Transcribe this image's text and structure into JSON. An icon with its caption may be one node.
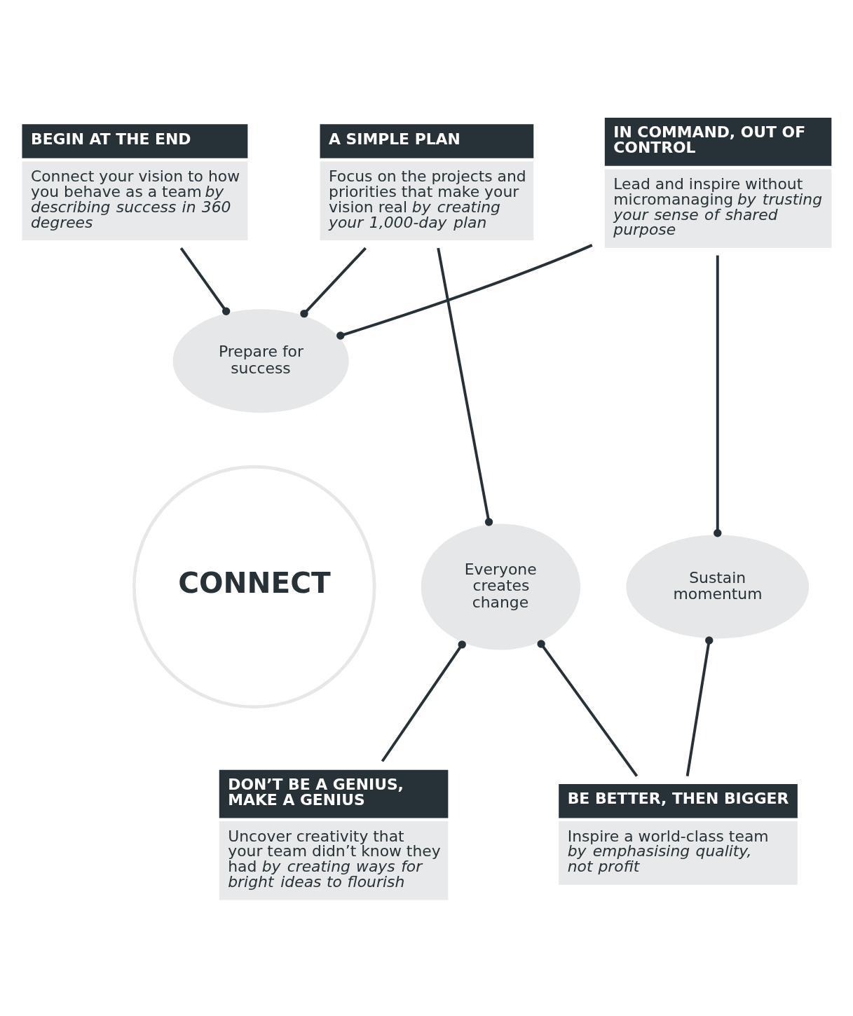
{
  "diagram": {
    "nodes": [
      {
        "text": [
          "BEGIN AT THE END",
          "Connect your vision to how you behave as a team *by describing success in 360 degrees*"
        ]
      },
      {
        "text": [
          "A SIMPLE PLAN",
          "Focus on the projects and priorities that make your vision real *by creating your 1,000-day plan*"
        ]
      },
      {
        "text": [
          "IN COMMAND, OUT OF CONTROL",
          "Lead and inspire without micromanaging *by trusting your sense of shared purpose*"
        ]
      },
      {
        "text": [
          "Prepare for success"
        ]
      },
      {
        "text": [
          "CONNECT"
        ]
      },
      {
        "text": [
          "Everyone creates change"
        ]
      },
      {
        "text": [
          "Sustain momentum"
        ]
      },
      {
        "text": [
          "DON’T BE A GENIUS, MAKE A GENIUS",
          "Uncover creativity that your team didn’t know they had *by creating ways for bright ideas to flourish*"
        ]
      },
      {
        "text": [
          "BE BETTER, THEN BIGGER",
          "Inspire a world-class team *by emphasising quality, not profit*"
        ]
      }
    ],
    "edges": [
      {
        "from": 1,
        "to": 3,
        "arrow": "other"
      },
      {
        "from": 0,
        "to": 3,
        "arrow": "other"
      },
      {
        "from": 2,
        "to": 3,
        "arrow": "other"
      },
      {
        "from": 1,
        "to": 5,
        "arrow": "other"
      },
      {
        "from": 2,
        "to": 6,
        "arrow": "other"
      },
      {
        "from": 7,
        "to": 5,
        "arrow": "other"
      },
      {
        "from": 8,
        "to": 6,
        "arrow": "other"
      },
      {
        "from": 8,
        "to": 5,
        "arrow": "other"
      }
    ]
  }
}
